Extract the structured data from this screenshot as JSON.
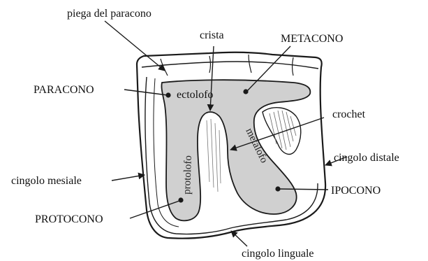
{
  "labels": {
    "piega_paracono": "piega del paracono",
    "crista": "crista",
    "metacono": "METACONO",
    "paracono": "PARACONO",
    "ectolofo": "ectolofo",
    "crochet": "crochet",
    "cingolo_distale": "cingolo distale",
    "cingolo_mesiale": "cingolo mesiale",
    "ipocono": "IPOCONO",
    "protocono": "PROTOCONO",
    "cingolo_linguale": "cingolo linguale",
    "protolofo": "protolofo",
    "metalofo": "metalofo"
  },
  "colors": {
    "enamel_fill": "#d0d0d0",
    "ink": "#1a1a1a",
    "background": "#ffffff"
  }
}
